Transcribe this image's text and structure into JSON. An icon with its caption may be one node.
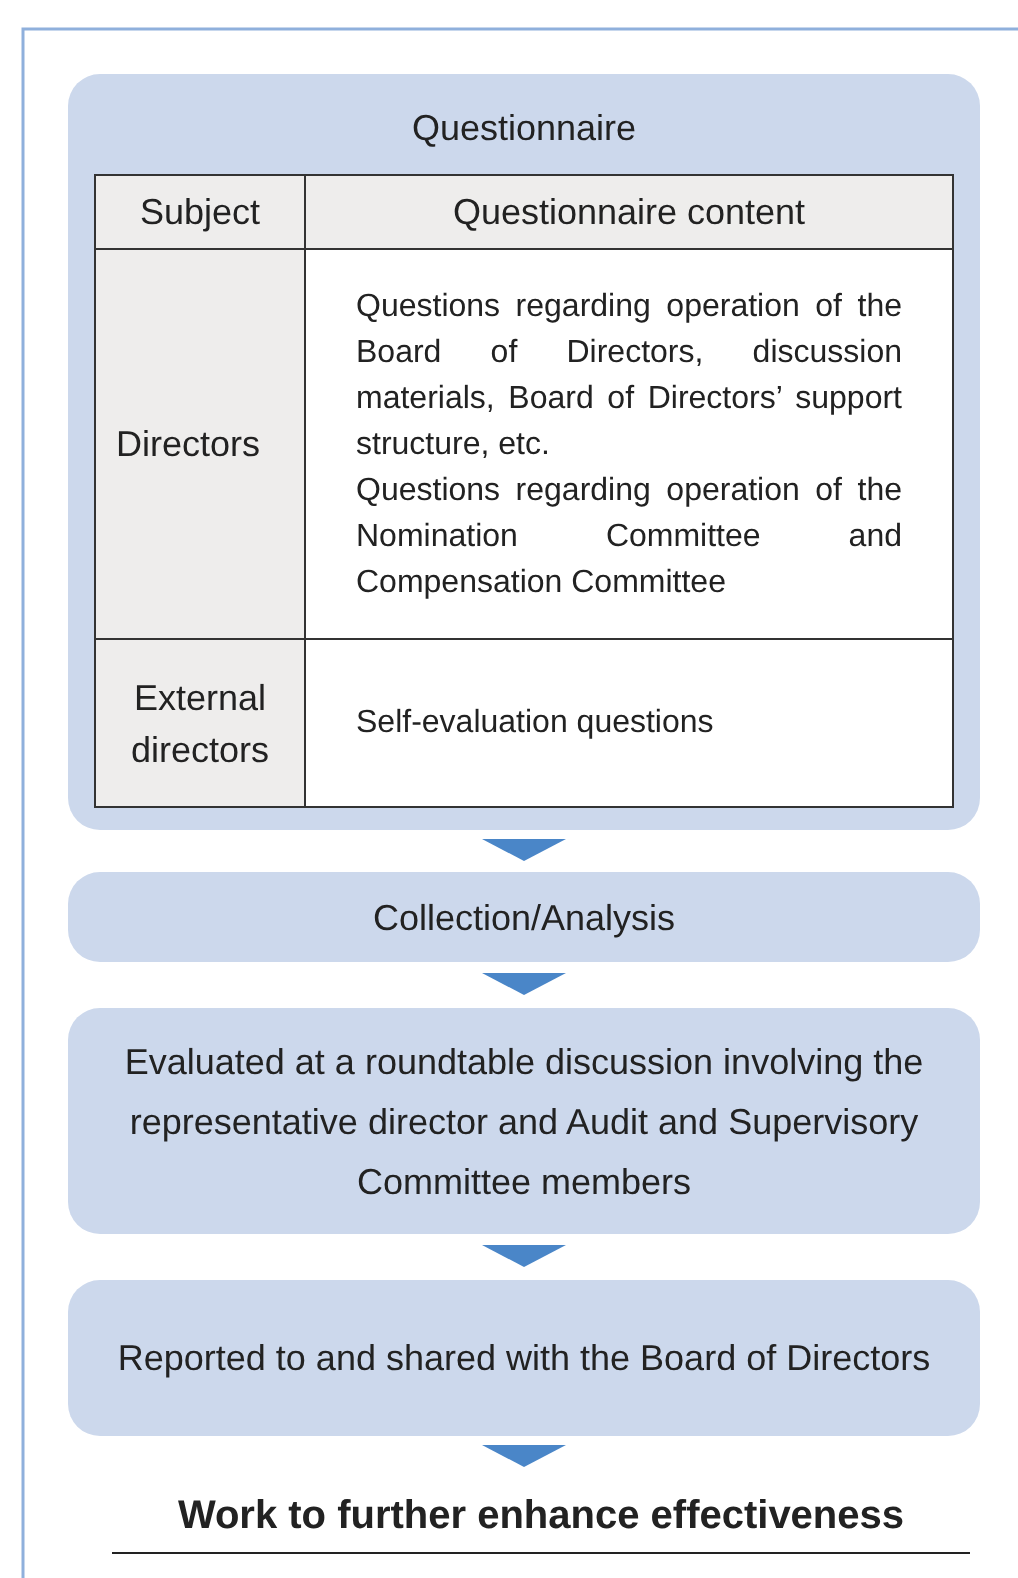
{
  "diagram": {
    "nodes": [
      {
        "text": [
          "Questionnaire"
        ]
      },
      {
        "text": [
          "Collection/Analysis"
        ]
      },
      {
        "text": [
          "Evaluated at a roundtable discussion involving the representative director and Audit and Supervisory Committee members"
        ]
      },
      {
        "text": [
          "Reported to and shared with the Board of Directors"
        ]
      },
      {
        "text": [
          "Work to further enhance effectiveness"
        ]
      }
    ],
    "edges": [
      {
        "from": 0,
        "to": 1,
        "arrow": "to"
      },
      {
        "from": 1,
        "to": 2,
        "arrow": "to"
      },
      {
        "from": 2,
        "to": 3,
        "arrow": "to"
      },
      {
        "from": 3,
        "to": 4,
        "arrow": "to"
      }
    ],
    "labels": [
      "Subject",
      "Questionnaire content",
      "Directors",
      "Questions regarding operation of the Board of Directors, discussion materials, Board of Directors’ support structure, etc.",
      "Questions regarding operation of the Nomination Committee and Compensation Committee",
      "External directors",
      "Self-evaluation questions"
    ]
  }
}
